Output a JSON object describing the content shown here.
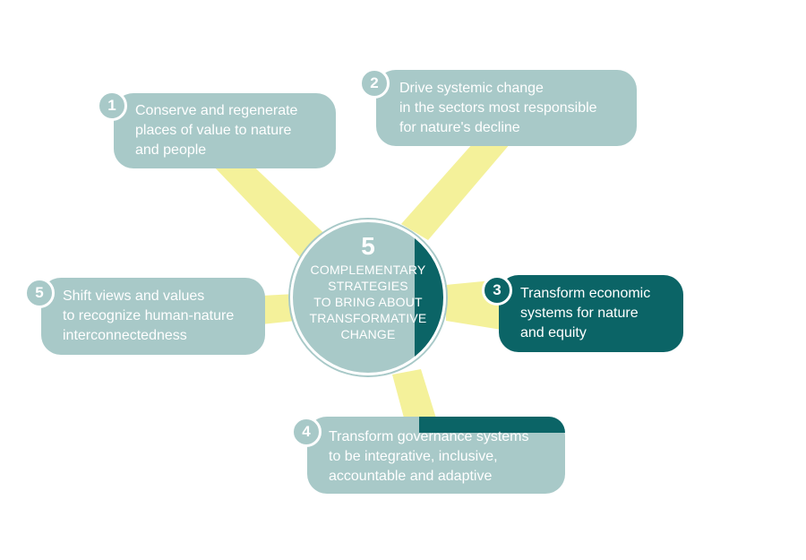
{
  "center": {
    "number": "5",
    "text": "COMPLEMENTARY\nSTRATEGIES\nTO BRING ABOUT\nTRANSFORMATIVE\nCHANGE"
  },
  "strategies": [
    {
      "number": "1",
      "text": "Conserve and regenerate\nplaces of value to nature\nand people",
      "style": "light"
    },
    {
      "number": "2",
      "text": "Drive systemic change\nin the sectors most responsible\nfor nature's decline",
      "style": "light"
    },
    {
      "number": "3",
      "text": "Transform economic\nsystems for nature\nand equity",
      "style": "dark"
    },
    {
      "number": "4",
      "text": "Transform governance systems\nto be integrative, inclusive,\naccountable and adaptive",
      "style": "light"
    },
    {
      "number": "5",
      "text": "Shift views and values\nto recognize human-nature\ninterconnectedness",
      "style": "light"
    }
  ],
  "colors": {
    "light_box": "#a8c9c8",
    "dark_box": "#0b6466",
    "connector": "#f3f08f"
  }
}
